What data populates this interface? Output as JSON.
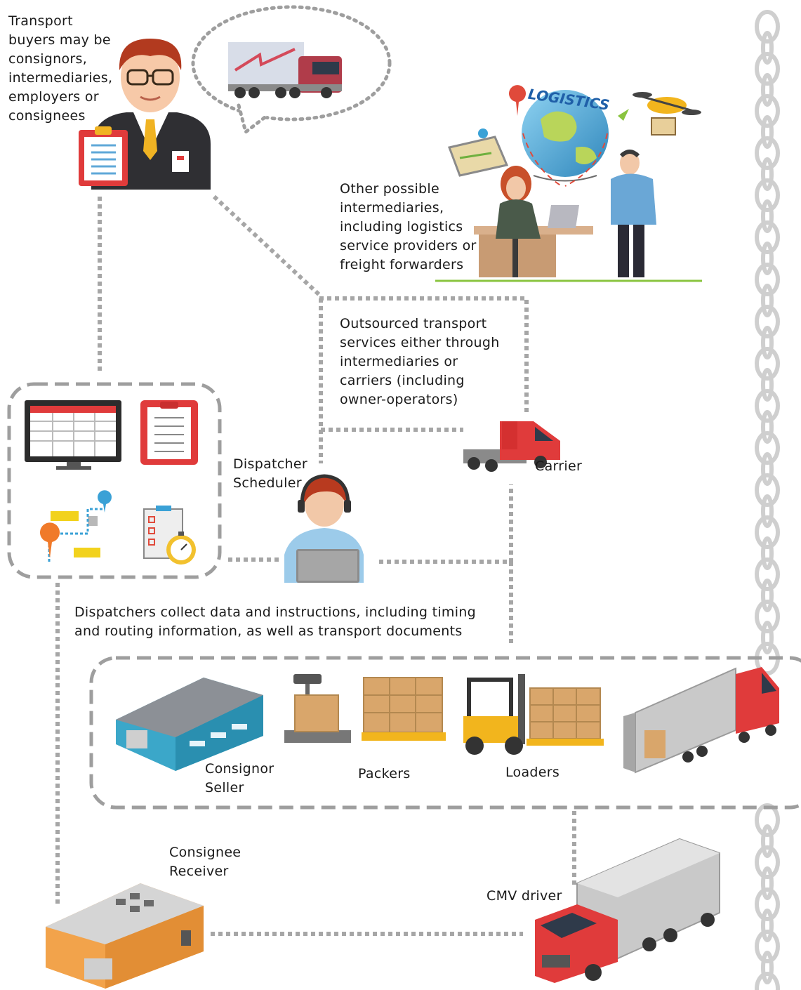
{
  "texts": {
    "transport_buyers": "Transport\nbuyers may be\nconsignors,\nintermediaries,\nemployers or\nconsignees",
    "other_intermediaries": "Other possible\nintermediaries,\nincluding logistics\nservice providers or\nfreight forwarders",
    "outsourced": "Outsourced transport\nservices either through\nintermediaries or\ncarriers (including\nowner-operators)",
    "dispatcher": "Dispatcher\nScheduler",
    "carrier": "Carrier",
    "dispatchers_collect": "Dispatchers collect data and instructions, including timing\nand routing information, as well as transport documents",
    "consignor": "Consignor\nSeller",
    "packers": "Packers",
    "loaders": "Loaders",
    "consignee": "Consignee\nReceiver",
    "cmv_driver": "CMV driver",
    "logistics_word": "LOGISTICS"
  },
  "colors": {
    "connector": "#a6a6a6",
    "box_border": "#9e9e9e",
    "truck_red": "#e03b3b",
    "container_grey": "#c9c9c9",
    "warehouse_blue": "#3ba7c9",
    "warehouse_orange": "#f2a34b",
    "box_tan": "#d9a66b",
    "forklift_yellow": "#f2b51d",
    "globe_blue": "#5fb6e0",
    "chain_grey": "#d0d0d0"
  },
  "icons": [
    "businessman-icon",
    "speech-bubble-icon",
    "truck-icon",
    "globe-icon",
    "drone-icon",
    "map-icon",
    "office-workers-icon",
    "monitor-schedule-icon",
    "clipboard-icon",
    "route-map-icon",
    "checklist-stopwatch-icon",
    "dispatcher-headset-icon",
    "tractor-unit-icon",
    "warehouse-icon",
    "scale-parcel-icon",
    "pallet-boxes-icon",
    "forklift-icon",
    "loading-truck-icon",
    "orange-warehouse-icon",
    "cmv-truck-icon",
    "chain-icon"
  ]
}
